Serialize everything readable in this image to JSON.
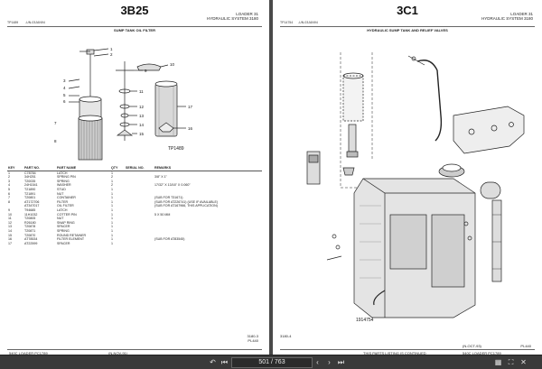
{
  "left": {
    "section": "3B25",
    "header_line1": "LOADER 31",
    "header_line2": "HYDRAULIC SYSTEM 3180",
    "ref": "TP1489",
    "ref2": "-UN-03JAN94",
    "title": "SUMP TANK OIL FILTER",
    "figure_id": "TP1489",
    "callouts": [
      "1",
      "2",
      "3",
      "4",
      "5",
      "6",
      "7",
      "8",
      "9",
      "10",
      "11",
      "12",
      "13",
      "14",
      "15",
      "16",
      "17"
    ],
    "columns": [
      "KEY",
      "PART NO.",
      "PART NAME",
      "QTY",
      "SERIAL NO.",
      "REMARKS"
    ],
    "rows": [
      [
        "1",
        "C78784",
        "LATCH",
        "1",
        "",
        ""
      ],
      [
        "2",
        "34H251",
        "SPRING PIN",
        "2",
        "",
        "3/8\" X 1\""
      ],
      [
        "3",
        "T20035",
        "SPRING",
        "1",
        "",
        ""
      ],
      [
        "4",
        "24H1541",
        "WASHER",
        "2",
        "",
        "17/32\" X 13/16\" X 0.060\""
      ],
      [
        "5",
        "T21890",
        "STUD",
        "1",
        "",
        ""
      ],
      [
        "6",
        "T21891",
        "NUT",
        "1",
        "",
        ""
      ],
      [
        "7",
        "T20801",
        "CONTAINER",
        "1",
        "",
        "(SUB FOR T31671)"
      ],
      [
        "8",
        "AT172706",
        "FILTER",
        "1",
        "",
        "(SUB FOR AT226741) (USE IF AVAILABLE)"
      ],
      [
        "",
        "AT347017",
        "OIL FILTER",
        "1",
        "",
        "(SUB FOR AT167966, THIS APPLICATION)"
      ],
      [
        "9",
        "T94685",
        "LATCH",
        "1",
        "",
        ""
      ],
      [
        "10",
        "11H1032",
        "COTTER PIN",
        "1",
        "",
        "5 X 50 MM"
      ],
      [
        "11",
        "T20805",
        "NUT",
        "1",
        "",
        ""
      ],
      [
        "12",
        "R26180",
        "SNAP RING",
        "1",
        "",
        ""
      ],
      [
        "13",
        "T20878",
        "SPACER",
        "1",
        "",
        ""
      ],
      [
        "14",
        "T20871",
        "SPRING",
        "1",
        "",
        ""
      ],
      [
        "15",
        "T20870",
        "ROUND RETAINER",
        "1",
        "",
        ""
      ],
      [
        "16",
        "AT78534",
        "FILTER ELEMENT",
        "1",
        "",
        "(SUB FOR AT83545)"
      ],
      [
        "17",
        "AT22599",
        "SPACER",
        "1",
        "",
        ""
      ]
    ],
    "page_no": "3180-3",
    "page_no2": "PL440",
    "footer_left": "540C LOADER  PC1789",
    "footer_mid": "(N-NOV-91)"
  },
  "right": {
    "section": "3C1",
    "header_line1": "LOADER 31",
    "header_line2": "HYDRAULIC SYSTEM 3180",
    "ref": "TP14754",
    "ref2": "-UN-03JAN94",
    "title": "HYDRAULIC SUMP TANK AND RELIEF VALVES",
    "figure_id": "1914754",
    "page_no": "3180-4",
    "footer_mid": "THIS PARTS LISTING IS CONTINUED",
    "footer_right": "540C LOADER  PC1789",
    "footer_right2": "(N-OCT-93)",
    "footer_right3": "PL440"
  },
  "toolbar": {
    "page_display": "501 / 763",
    "icons": [
      "undo-icon",
      "first-page-icon",
      "prev-page-icon",
      "next-page-icon",
      "last-page-icon",
      "thumbnails-icon",
      "fullscreen-icon",
      "close-icon"
    ]
  }
}
